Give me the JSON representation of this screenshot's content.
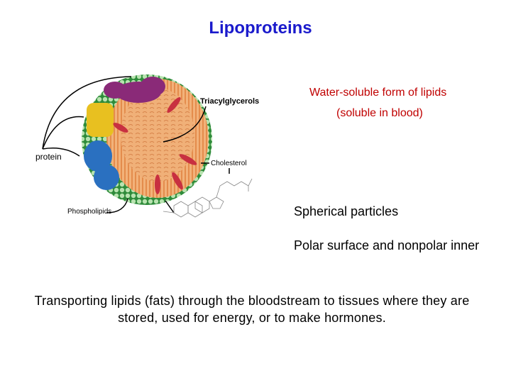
{
  "title": "Lipoproteins",
  "diagram": {
    "labels": {
      "triacylglycerols": "Triacylglycerols",
      "protein": "protein",
      "cholesterol": "Cholesterol",
      "phospholipids": "Phospholipids"
    }
  },
  "points": {
    "water_soluble": "Water-soluble form of lipids",
    "soluble_blood": "(soluble in blood)",
    "spherical": "Spherical particles",
    "polar": "Polar surface and nonpolar inner"
  },
  "summary": "Transporting lipids (fats) through the bloodstream to tissues where they are stored, used for energy, or to make hormones.",
  "colors": {
    "title": "#1a1acc",
    "highlight": "#c00000"
  }
}
